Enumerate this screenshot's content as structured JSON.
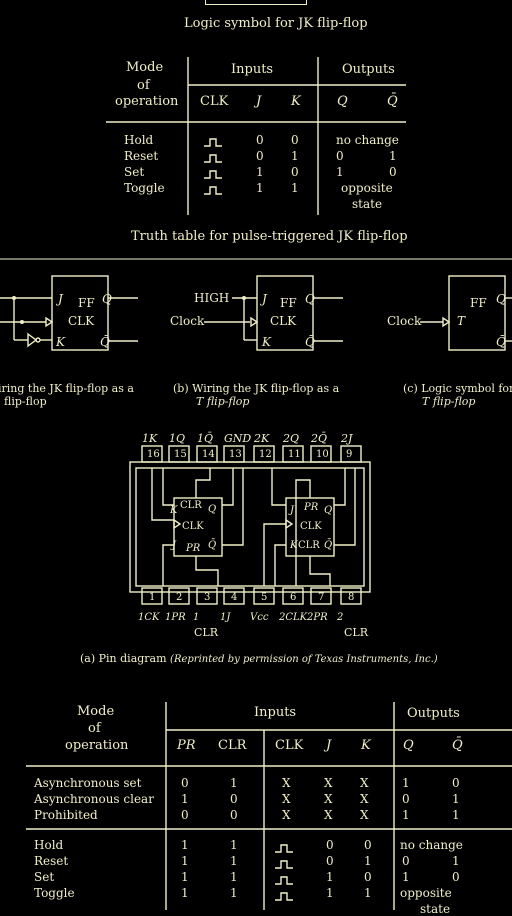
{
  "title1": "Logic symbol for JK flip-flop",
  "table1": {
    "hdr_mode": [
      "Mode",
      "of",
      "operation"
    ],
    "hdr_inputs": "Inputs",
    "hdr_outputs": "Outputs",
    "cols": [
      "CLK",
      "J",
      "K",
      "Q",
      "Q̄"
    ],
    "rows": [
      {
        "mode": "Hold",
        "j": "0",
        "k": "0",
        "out": "no change"
      },
      {
        "mode": "Reset",
        "j": "0",
        "k": "1",
        "q": "0",
        "qb": "1"
      },
      {
        "mode": "Set",
        "j": "1",
        "k": "0",
        "q": "1",
        "qb": "0"
      },
      {
        "mode": "Toggle",
        "j": "1",
        "k": "1",
        "out": "opposite",
        "out2": "state"
      }
    ],
    "caption": "Truth table for pulse-triggered JK flip-flop"
  },
  "wiring": {
    "ff": "FF",
    "j": "J",
    "k": "K",
    "clk": "CLK",
    "q": "Q",
    "qb": "Q̄",
    "high": "HIGH",
    "clock": "Clock",
    "t": "T",
    "cap_a": "iring the JK flip-flop as a",
    "cap_a2": "flip-flop",
    "cap_b": "(b) Wiring the JK flip-flop as a",
    "cap_b2": "T flip-flop",
    "cap_c": "(c) Logic symbol for",
    "cap_c2": "T flip-flop"
  },
  "pins": {
    "top_labels": [
      "1K",
      "1Q",
      "1Q̄",
      "GND",
      "2K",
      "2Q",
      "2Q̄",
      "2J"
    ],
    "top_nums": [
      "16",
      "15",
      "14",
      "13",
      "12",
      "11",
      "10",
      "9"
    ],
    "bot_nums": [
      "1",
      "2",
      "3",
      "4",
      "5",
      "6",
      "7",
      "8"
    ],
    "bot_labels": [
      "1CK",
      "1PR",
      "1",
      "1J",
      "Vcc",
      "2CLK",
      "2PR",
      "2"
    ],
    "bot_labels2": [
      "CLR",
      "CLR"
    ],
    "ff1": {
      "k": "K",
      "clr": "CLR",
      "q": "Q",
      "clk": "CLK",
      "j": "J",
      "pr": "PR",
      "qb": "Q̄"
    },
    "ff2": {
      "j": "J",
      "pr": "PR",
      "q": "Q",
      "clk": "CLK",
      "k": "K",
      "clr": "CLR",
      "qb": "Q̄"
    },
    "caption_a": "(a) Pin diagram",
    "caption_b": "(Reprinted by permission of Texas Instruments, Inc.)"
  },
  "table2": {
    "hdr_mode": [
      "Mode",
      "of",
      "operation"
    ],
    "hdr_inputs": "Inputs",
    "hdr_outputs": "Outputs",
    "cols": [
      "PR",
      "CLR",
      "CLK",
      "J",
      "K",
      "Q",
      "Q̄"
    ],
    "rows_async": [
      {
        "mode": "Asynchronous set",
        "pr": "0",
        "clr": "1",
        "clk": "X",
        "j": "X",
        "k": "X",
        "q": "1",
        "qb": "0"
      },
      {
        "mode": "Asynchronous clear",
        "pr": "1",
        "clr": "0",
        "clk": "X",
        "j": "X",
        "k": "X",
        "q": "0",
        "qb": "1"
      },
      {
        "mode": "Prohibited",
        "pr": "0",
        "clr": "0",
        "clk": "X",
        "j": "X",
        "k": "X",
        "q": "1",
        "qb": "1"
      }
    ],
    "rows_sync": [
      {
        "mode": "Hold",
        "pr": "1",
        "clr": "1",
        "j": "0",
        "k": "0",
        "out": "no change"
      },
      {
        "mode": "Reset",
        "pr": "1",
        "clr": "1",
        "j": "0",
        "k": "1",
        "q": "0",
        "qb": "1"
      },
      {
        "mode": "Set",
        "pr": "1",
        "clr": "1",
        "j": "1",
        "k": "0",
        "q": "1",
        "qb": "0"
      },
      {
        "mode": "Toggle",
        "pr": "1",
        "clr": "1",
        "j": "1",
        "k": "1",
        "out": "opposite",
        "out2": "state"
      }
    ]
  }
}
